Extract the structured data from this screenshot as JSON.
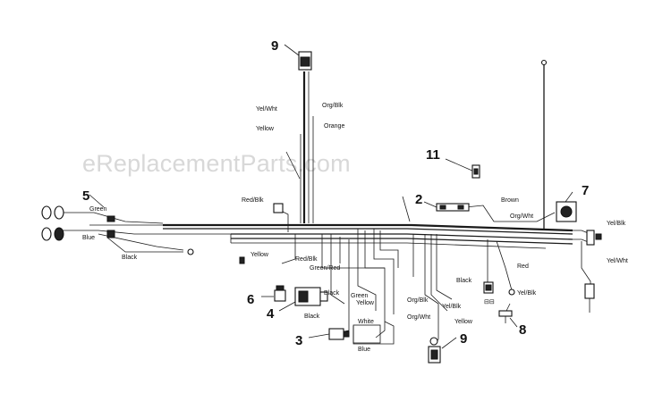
{
  "watermark": "eReplacementParts.com",
  "callouts": {
    "c9_top": "9",
    "c11": "11",
    "c5": "5",
    "c2": "2",
    "c7": "7",
    "c6": "6",
    "c4": "4",
    "c3": "3",
    "c9_bottom": "9",
    "c8": "8"
  },
  "wire_labels": {
    "yel_wht_top": "Yel/Wht",
    "org_blk_top": "Org/Blk",
    "yellow_top": "Yellow",
    "orange_top": "Orange",
    "red_blk": "Red/Blk",
    "green": "Green",
    "blue_left": "Blue",
    "black_left": "Black",
    "brown": "Brown",
    "org_wht": "Org/Wht",
    "yel_blk_right": "Yel/Blk",
    "yel_wht_right": "Yel/Wht",
    "yellow_mid": "Yellow",
    "red_blk_mid": "Red/Blk",
    "green_red": "Green/Red",
    "black_center": "Black",
    "green_center": "Green",
    "yellow_center": "Yellow",
    "black_lower": "Black",
    "white": "White",
    "blue_bottom": "Blue",
    "org_blk_low": "Org/Blk",
    "org_wht_low": "Org/Wht",
    "yel_blk_low": "Yel/Blk",
    "yellow_low": "Yellow",
    "black_right": "Black",
    "red": "Red",
    "yel_blk_mid": "Yel/Blk"
  }
}
